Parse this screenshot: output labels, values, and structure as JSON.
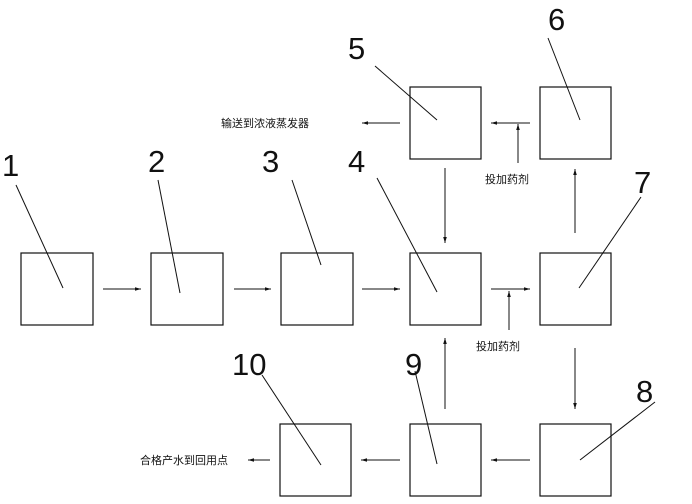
{
  "numbers": {
    "n1": "1",
    "n2": "2",
    "n3": "3",
    "n4": "4",
    "n5": "5",
    "n6": "6",
    "n7": "7",
    "n8": "8",
    "n9": "9",
    "n10": "10"
  },
  "annotations": {
    "to_evaporator": "输送到浓液蒸发器",
    "add_chemical_top": "投加药剂",
    "add_chemical_mid": "投加药剂",
    "qualified_water": "合格产水到回用点"
  }
}
